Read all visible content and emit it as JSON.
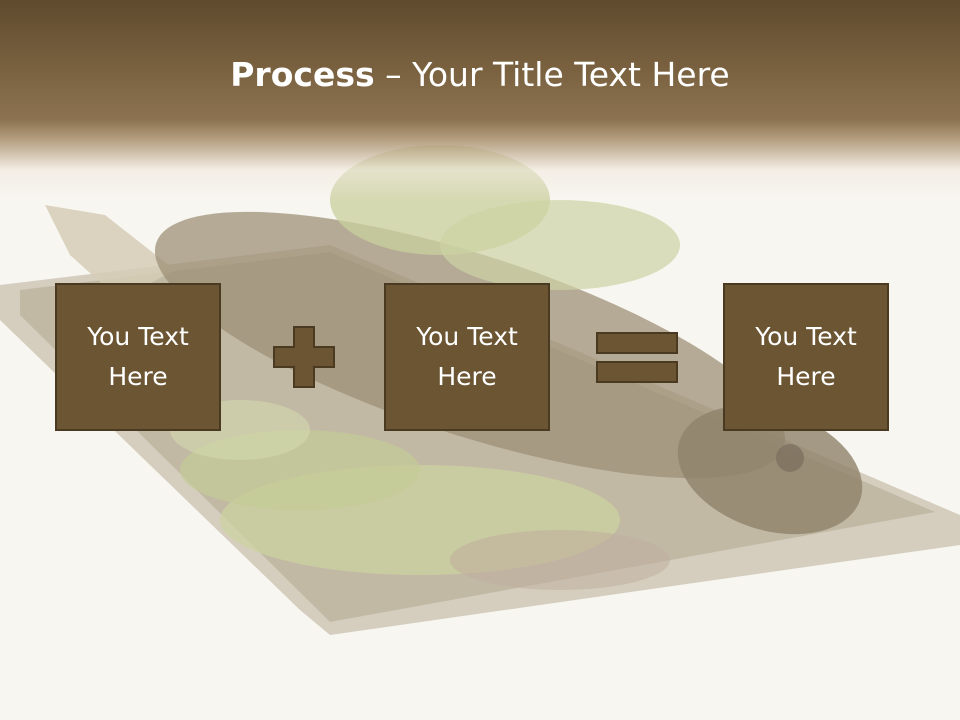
{
  "title": {
    "bold": "Process",
    "rest": " – Your Title Text Here"
  },
  "boxes": [
    {
      "label": "You Text Here"
    },
    {
      "label": "You Text Here"
    },
    {
      "label": "You Text Here"
    }
  ],
  "operators": [
    "plus",
    "equals"
  ],
  "colors": {
    "header": "#6b5535",
    "box_fill": "#6b5532",
    "box_border": "#4a3a22",
    "title_text": "#ffffff",
    "background": "#f8f6f1"
  }
}
